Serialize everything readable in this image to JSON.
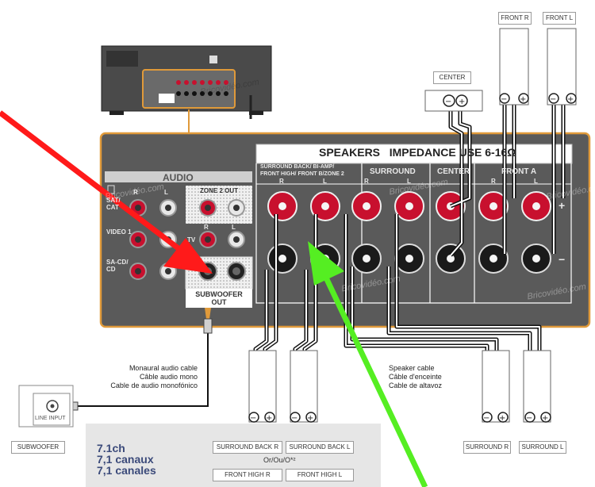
{
  "header": {
    "speakers_title": "SPEAKERS   IMPEDANCE USE 6-16Ω",
    "audio_title": "AUDIO"
  },
  "audio_section": {
    "zone2_out": "ZONE 2 OUT",
    "r": "R",
    "l": "L",
    "sat_cat": "SAT/\nCAT",
    "video1": "VIDEO 1",
    "sa_cd": "SA-CD/\nCD",
    "tv": "TV",
    "subwoofer_out": "SUBWOOFER\nOUT"
  },
  "speaker_groups": {
    "surround_back": "SURROUND BACK/ BI-AMP/\nFRONT HIGH/ FRONT B/ZONE 2",
    "surround": "SURROUND",
    "center": "CENTER",
    "front_a": "FRONT A",
    "r": "R",
    "l": "L",
    "plus": "+",
    "minus": "−"
  },
  "speaker_labels": {
    "front_r": "FRONT R",
    "front_l": "FRONT L",
    "center": "CENTER",
    "surround_back_r": "SURROUND BACK R",
    "surround_back_l": "SURROUND BACK L",
    "or_text": "Or/Ou/O*²",
    "front_high_r": "FRONT HIGH R",
    "front_high_l": "FRONT HIGH L",
    "surround_r": "SURROUND R",
    "surround_l": "SURROUND L",
    "subwoofer": "SUBWOOFER",
    "line_input": "LINE INPUT"
  },
  "cable_labels": {
    "monaural_en": "Monaural audio cable",
    "monaural_fr": "Câble audio mono",
    "monaural_es": "Cable de audio monofónico",
    "speaker_en": "Speaker cable",
    "speaker_fr": "Câble d'enceinte",
    "speaker_es": "Cable de altavoz"
  },
  "channels": {
    "line1": "7.1ch",
    "line2": "7,1 canaux",
    "line3": "7,1 canales"
  },
  "watermark": "Bricovidéo.com",
  "colors": {
    "panel": "#5a5a5a",
    "panel_border": "#e09a3a",
    "red_arrow": "#ff1a1a",
    "green_arrow": "#55ee22",
    "terminal_red": "#c8102e",
    "channels_text": "#3b4a7a"
  }
}
